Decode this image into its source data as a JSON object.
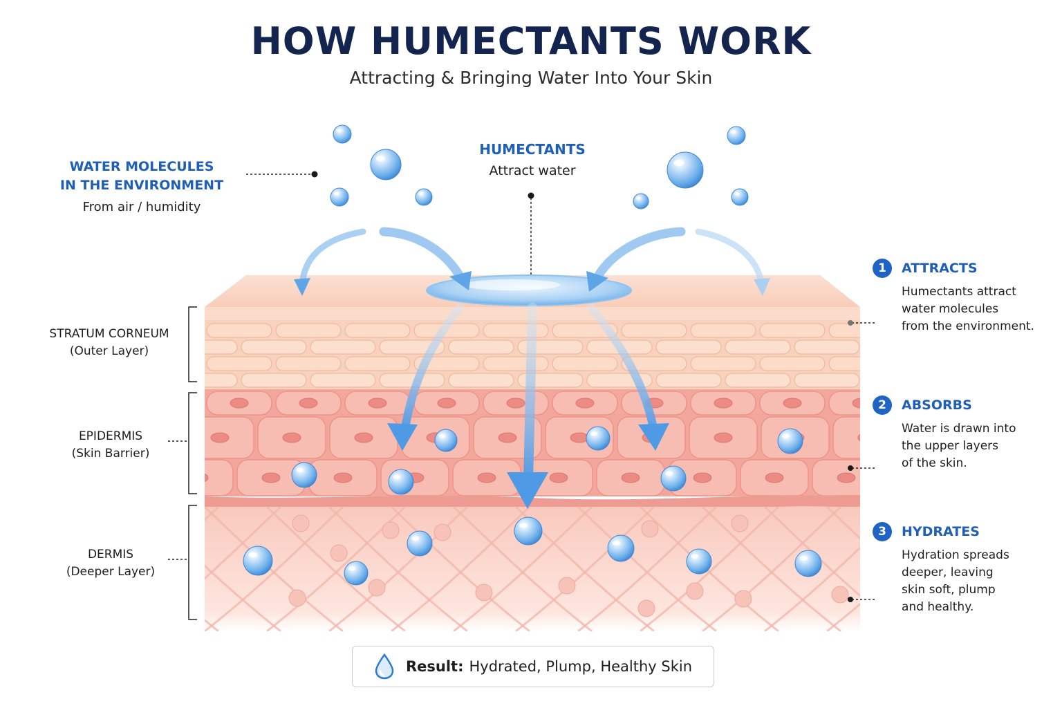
{
  "header": {
    "title": "HOW HUMECTANTS WORK",
    "subtitle": "Attracting & Bringing Water Into Your Skin"
  },
  "environment_label": {
    "title_line1": "WATER MOLECULES",
    "title_line2": "IN THE ENVIRONMENT",
    "note": "From air / humidity"
  },
  "humectants_label": {
    "title": "HUMECTANTS",
    "note": "Attract water"
  },
  "layers": [
    {
      "name": "STRATUM CORNEUM",
      "note": "(Outer Layer)"
    },
    {
      "name": "EPIDERMIS",
      "note": "(Skin Barrier)"
    },
    {
      "name": "DERMIS",
      "note": "(Deeper Layer)"
    }
  ],
  "steps": [
    {
      "number": "1",
      "title": "ATTRACTS",
      "description": "Humectants attract\nwater molecules\nfrom the environment."
    },
    {
      "number": "2",
      "title": "ABSORBS",
      "description": "Water is drawn into\nthe upper layers\nof the skin."
    },
    {
      "number": "3",
      "title": "HYDRATES",
      "description": "Hydration spreads\ndeeper, leaving\nskin soft, plump\nand healthy."
    }
  ],
  "result": {
    "label": "Result:",
    "text": "Hydrated, Plump, Healthy Skin"
  },
  "colors": {
    "title": "#13254f",
    "accent_blue": "#1f5fb5",
    "step_badge": "#1f63c4",
    "skin_top": "#f7c9b4",
    "epidermis": "#f4a39a",
    "dermis": "#fbd7cf",
    "water": "#5aa7ea"
  },
  "icons": {
    "result": "water-drop-icon"
  }
}
